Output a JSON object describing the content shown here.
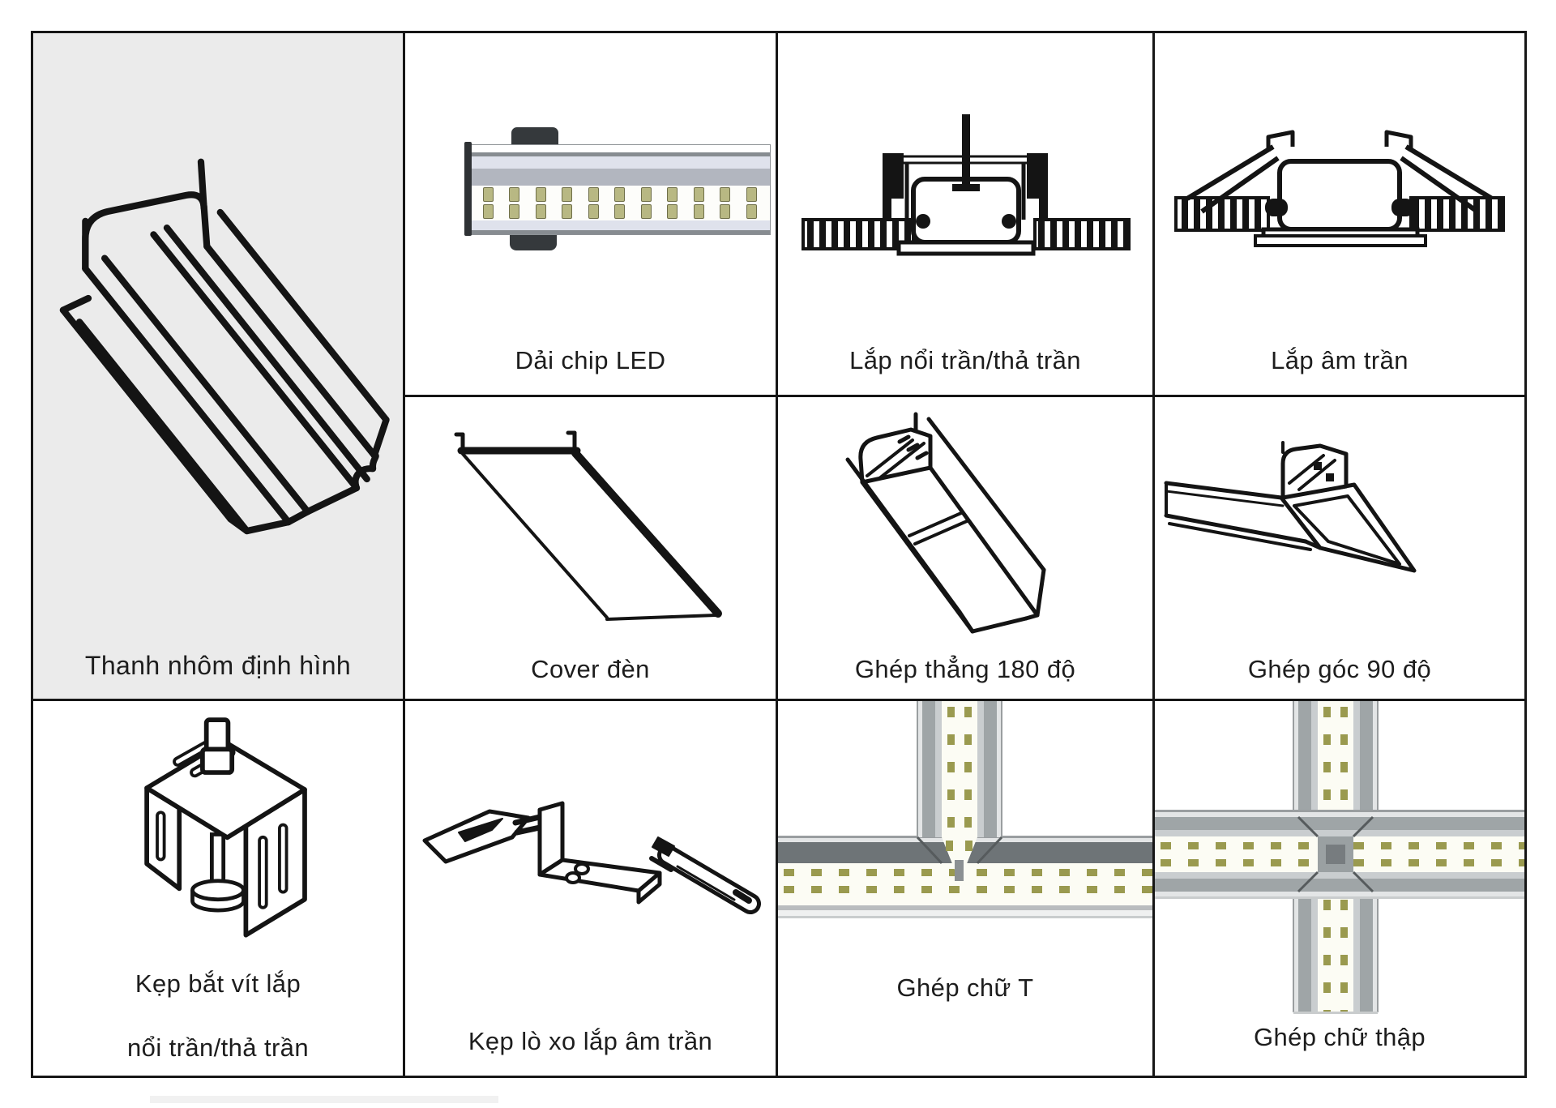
{
  "page": {
    "background": "#ffffff"
  },
  "colors": {
    "table_border": "#161616",
    "profile_cell_bg": "#ebebeb",
    "line_drawing": "#141414",
    "led_chip": "#b8b883",
    "photo_chip": "#9a9a4f",
    "photo_rail_gray": "#9fa5a7",
    "photo_dark_band": "#6e7477",
    "clip_dark": "#35393c"
  },
  "labels": {
    "profile": "Thanh nhôm định hình",
    "led_strip": "Dải chip LED",
    "surface_mount": "Lắp nổi trần/thả trần",
    "recessed": "Lắp âm trần",
    "cover": "Cover đèn",
    "straight_joint": "Ghép thẳng 180 độ",
    "corner_joint": "Ghép góc 90 độ",
    "screw_clip_line1": "Kẹp bắt vít lắp",
    "screw_clip_line2": "nổi trần/thả trần",
    "spring_clip": "Kẹp lò xo lắp âm trần",
    "t_joint": "Ghép chữ T",
    "cross_joint": "Ghép chữ thập"
  },
  "led_strip": {
    "chips_per_row": 11,
    "chip_rows": 2
  },
  "illustrations": {
    "profile": "aluminum-extrusion-profile-line-drawing",
    "led_strip": "led-strip-module-drawing",
    "surface_mount": "surface-mount-cross-section-drawing",
    "recessed": "recessed-mount-cross-section-drawing",
    "cover": "diffuser-cover-drawing",
    "straight_joint": "straight-joint-180-drawing",
    "corner_joint": "corner-joint-90-drawing",
    "screw_clip": "screw-clip-bracket-drawing",
    "spring_clip": "spring-clip-parts-drawing",
    "t_joint": "t-junction-led-photo",
    "cross_joint": "cross-junction-led-photo"
  }
}
